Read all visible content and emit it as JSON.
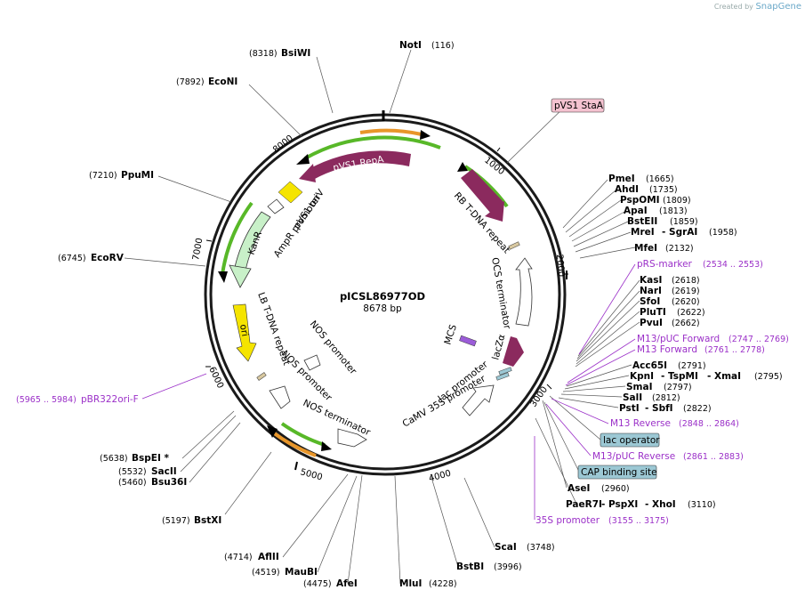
{
  "credit": {
    "prefix": "Created by",
    "brand": "SnapGene"
  },
  "plasmid": {
    "name": "pICSL86977OD",
    "length_label": "8678 bp",
    "length": 8678
  },
  "ticks": [
    "1000",
    "2000",
    "3000",
    "4000",
    "5000",
    "6000",
    "7000",
    "8000"
  ],
  "sites": [
    {
      "name": "NotI",
      "pos": "(116)"
    },
    {
      "name": "BsiWI",
      "pos": "(8318)"
    },
    {
      "name": "EcoNI",
      "pos": "(7892)"
    },
    {
      "name": "PpuMI",
      "pos": "(7210)"
    },
    {
      "name": "EcoRV",
      "pos": "(6745)"
    },
    {
      "name": "BspEI *",
      "pos": "(5638)"
    },
    {
      "name": "SacII",
      "pos": "(5532)"
    },
    {
      "name": "Bsu36I",
      "pos": "(5460)"
    },
    {
      "name": "BstXI",
      "pos": "(5197)"
    },
    {
      "name": "AflII",
      "pos": "(4714)"
    },
    {
      "name": "MauBI",
      "pos": "(4519)"
    },
    {
      "name": "AfeI",
      "pos": "(4475)"
    },
    {
      "name": "MluI",
      "pos": "(4228)"
    },
    {
      "name": "BstBI",
      "pos": "(3996)"
    },
    {
      "name": "ScaI",
      "pos": "(3748)"
    },
    {
      "name": "PmeI",
      "pos": "(1665)"
    },
    {
      "name": "AhdI",
      "pos": "(1735)"
    },
    {
      "name": "PspOMI",
      "pos": "(1809)"
    },
    {
      "name": "ApaI",
      "pos": "(1813)"
    },
    {
      "name": "BstEII",
      "pos": "(1859)"
    },
    {
      "name": "MreI",
      "pos": ""
    },
    {
      "name": "- SgrAI",
      "pos": "(1958)"
    },
    {
      "name": "MfeI",
      "pos": "(2132)"
    },
    {
      "name": "KasI",
      "pos": "(2618)"
    },
    {
      "name": "NarI",
      "pos": "(2619)"
    },
    {
      "name": "SfoI",
      "pos": "(2620)"
    },
    {
      "name": "PluTI",
      "pos": "(2622)"
    },
    {
      "name": "PvuI",
      "pos": "(2662)"
    },
    {
      "name": "Acc65I",
      "pos": "(2791)"
    },
    {
      "name": "KpnI",
      "pos": ""
    },
    {
      "name": "- TspMI",
      "pos": ""
    },
    {
      "name": "- XmaI",
      "pos": "(2795)"
    },
    {
      "name": "SmaI",
      "pos": "(2797)"
    },
    {
      "name": "SalI",
      "pos": "(2812)"
    },
    {
      "name": "PstI",
      "pos": ""
    },
    {
      "name": "- SbfI",
      "pos": "(2822)"
    },
    {
      "name": "AseI",
      "pos": "(2960)"
    },
    {
      "name": "PaeR7I",
      "pos": ""
    },
    {
      "name": "- PspXI",
      "pos": ""
    },
    {
      "name": "- XhoI",
      "pos": "(3110)"
    }
  ],
  "primers": [
    {
      "name": "pRS-marker",
      "pos": "(2534 .. 2553)"
    },
    {
      "name": "M13/pUC Forward",
      "pos": "(2747 .. 2769)"
    },
    {
      "name": "M13 Forward",
      "pos": "(2761 .. 2778)"
    },
    {
      "name": "M13 Reverse",
      "pos": "(2848 .. 2864)"
    },
    {
      "name": "M13/pUC Reverse",
      "pos": "(2861 .. 2883)"
    },
    {
      "name": "35S promoter",
      "pos": "(3155 .. 3175)"
    },
    {
      "name": "pBR322ori-F",
      "pos": "(5965 .. 5984)"
    }
  ],
  "badges": [
    {
      "name": "pVS1 StaA",
      "color": "#f4c2d0"
    },
    {
      "name": "lac operator",
      "color": "#9cc8d4"
    },
    {
      "name": "CAP binding site",
      "color": "#9cc8d4"
    }
  ],
  "features": {
    "pvs1_repa": "pVS1 RepA",
    "pvs1_oriv": "pVS1 oriV",
    "ampr_promoter": "AmpR promoter",
    "kanr": "KanR",
    "ori": "ori",
    "lb_tdna": "LB T-DNA repeat",
    "nos_promoter_inner": "NOS promoter",
    "nos_promoter": "NOS promoter",
    "nos_terminator": "NOS terminator",
    "rb_tdna": "RB T-DNA repeat",
    "ocs_terminator": "OCS terminator",
    "mcs": "MCS",
    "lacza": "lacZα",
    "lac_promoter": "lac promoter",
    "camv35s": "CaMV 35S promoter"
  },
  "colors": {
    "backbone": "#1a1a1a",
    "repa": "#8b2a5e",
    "oriv": "#f5e400",
    "kanr": "#c8f0c8",
    "ori": "#f5e400",
    "orange_arrow": "#e8962a",
    "green_arrow": "#58b828",
    "primer": "#9b30c8",
    "lacza": "#8b2a5e"
  }
}
